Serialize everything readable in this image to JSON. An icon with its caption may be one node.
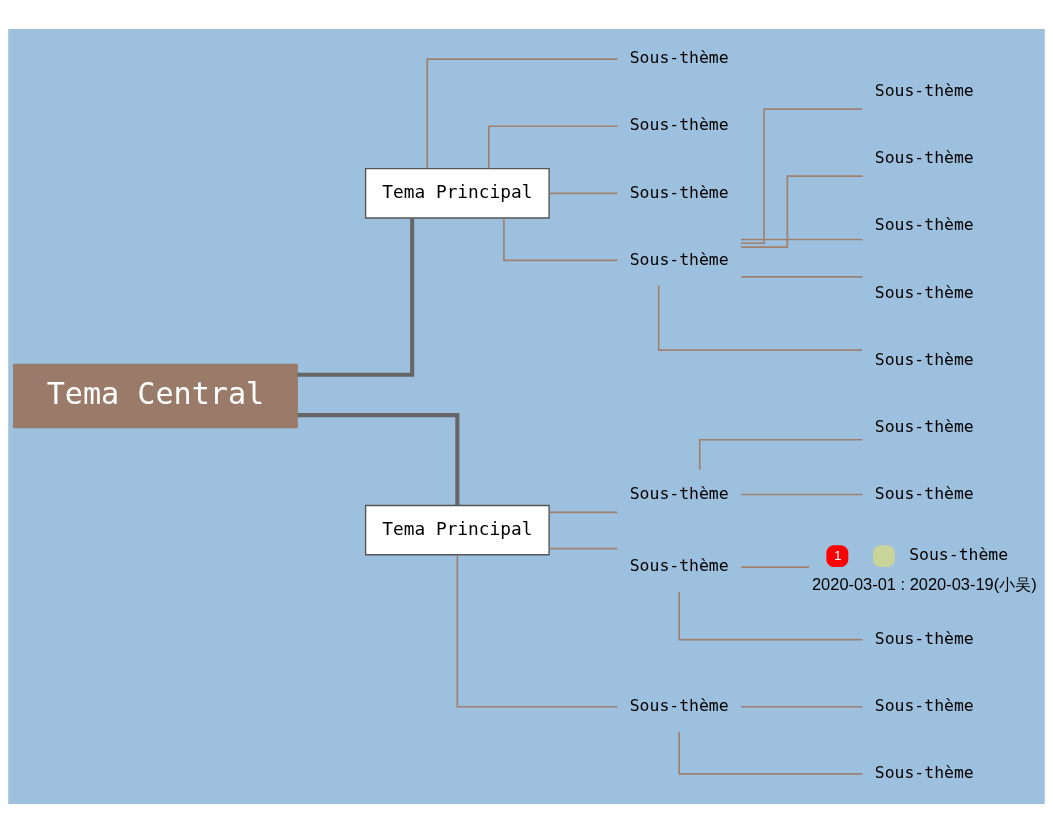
{
  "diagram": {
    "nodes": [
      {
        "text": [
          "Tema Central"
        ]
      },
      {
        "text": [
          "Tema Principal"
        ]
      },
      {
        "text": [
          "Sous-thème"
        ]
      },
      {
        "text": [
          "Sous-thème"
        ]
      },
      {
        "text": [
          "Sous-thème"
        ]
      },
      {
        "text": [
          "Sous-thème"
        ]
      },
      {
        "text": [
          "Sous-thème"
        ]
      },
      {
        "text": [
          "Sous-thème"
        ]
      },
      {
        "text": [
          "Sous-thème"
        ]
      },
      {
        "text": [
          "Sous-thème"
        ]
      },
      {
        "text": [
          "Sous-thème"
        ]
      },
      {
        "text": [
          "Tema Principal"
        ]
      },
      {
        "text": [
          "Sous-thème"
        ]
      },
      {
        "text": [
          "Sous-thème"
        ]
      },
      {
        "text": [
          "Sous-thème"
        ]
      },
      {
        "text": [
          "Sous-thème"
        ]
      },
      {
        "text": [
          "1",
          "Sous-thème",
          "2020-03-01 : 2020-03-19(小吴)"
        ]
      },
      {
        "text": [
          "Sous-thème"
        ]
      },
      {
        "text": [
          "Sous-thème"
        ]
      },
      {
        "text": [
          "Sous-thème"
        ]
      },
      {
        "text": [
          "Sous-thème"
        ]
      }
    ],
    "edges": [
      {
        "from": 0,
        "to": 1,
        "arrow": "none",
        "style": "thick",
        "color": "#666666"
      },
      {
        "from": 1,
        "to": 2,
        "arrow": "none"
      },
      {
        "from": 1,
        "to": 3,
        "arrow": "none"
      },
      {
        "from": 1,
        "to": 4,
        "arrow": "none"
      },
      {
        "from": 1,
        "to": 5,
        "arrow": "none"
      },
      {
        "from": 5,
        "to": 6,
        "arrow": "none"
      },
      {
        "from": 5,
        "to": 7,
        "arrow": "none"
      },
      {
        "from": 5,
        "to": 8,
        "arrow": "none"
      },
      {
        "from": 5,
        "to": 9,
        "arrow": "none"
      },
      {
        "from": 5,
        "to": 10,
        "arrow": "none"
      },
      {
        "from": 0,
        "to": 11,
        "arrow": "none",
        "style": "thick",
        "color": "#666666"
      },
      {
        "from": 11,
        "to": 12,
        "arrow": "none"
      },
      {
        "from": 12,
        "to": 13,
        "arrow": "none"
      },
      {
        "from": 12,
        "to": 14,
        "arrow": "none"
      },
      {
        "from": 11,
        "to": 15,
        "arrow": "none"
      },
      {
        "from": 15,
        "to": 16,
        "arrow": "none"
      },
      {
        "from": 15,
        "to": 17,
        "arrow": "none"
      },
      {
        "from": 11,
        "to": 18,
        "arrow": "none"
      },
      {
        "from": 18,
        "to": 19,
        "arrow": "none"
      },
      {
        "from": 18,
        "to": 20,
        "arrow": "none"
      }
    ]
  }
}
